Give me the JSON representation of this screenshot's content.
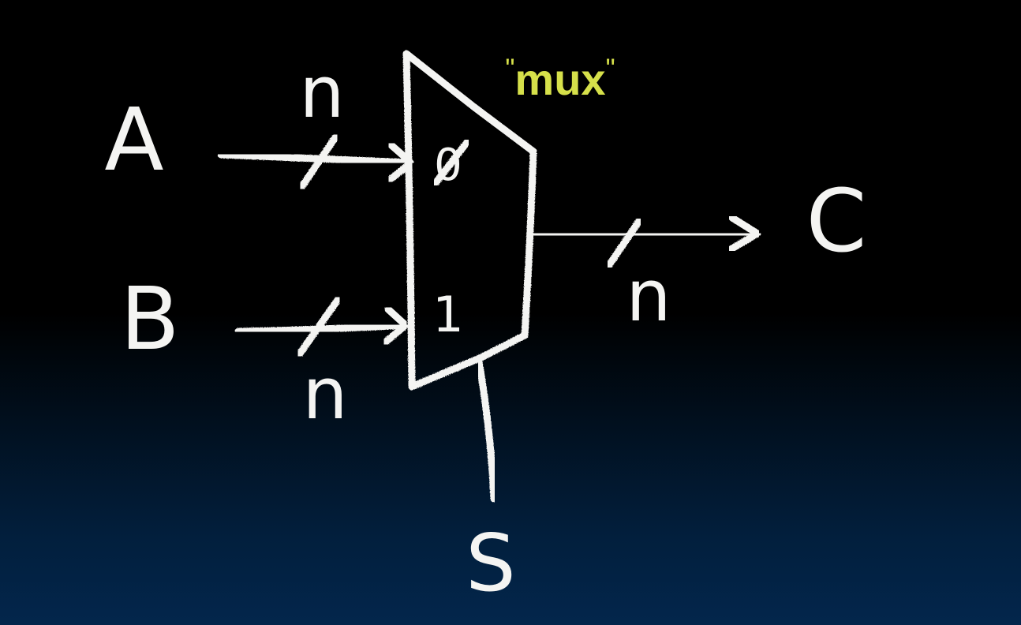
{
  "title": {
    "text": "mux",
    "open_quote": "\"",
    "close_quote": "\"",
    "color": "#d6e04a"
  },
  "inputs": [
    {
      "name": "A",
      "port": "0",
      "width": "n"
    },
    {
      "name": "B",
      "port": "1",
      "width": "n"
    }
  ],
  "output": {
    "name": "C",
    "width": "n"
  },
  "select": {
    "name": "S"
  },
  "colors": {
    "chalk": "#f4f4f2",
    "background_top": "#000000",
    "background_bottom": "#03264c"
  }
}
